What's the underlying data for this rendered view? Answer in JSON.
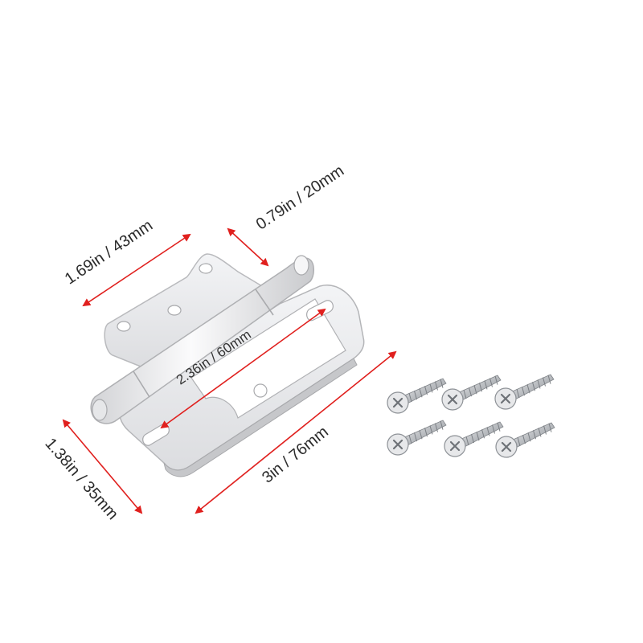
{
  "product": {
    "name": "",
    "item_color": "#e9eaec",
    "arrow_color": "#e0201e"
  },
  "dimensions": {
    "leaf_height": "1.69in / 43mm",
    "knuckle_width": "0.79in / 20mm",
    "hole_spacing": "2.36in / 60mm",
    "side_height": "1.38in / 35mm",
    "total_length": "3in / 76mm"
  },
  "accessories": {
    "screw_count": 6,
    "screw_icon": "phillips-flat-head-screw-icon",
    "hinge_icon": "flag-hinge-icon"
  }
}
